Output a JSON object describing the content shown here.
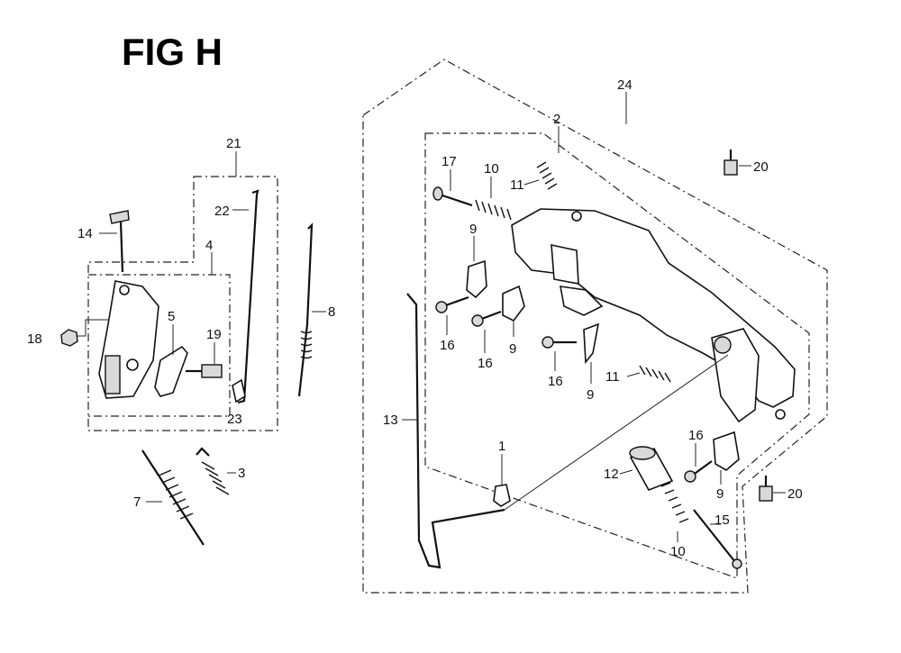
{
  "figure_title": "FIG H",
  "callouts": {
    "c1": "1",
    "c2": "2",
    "c3": "3",
    "c4": "4",
    "c5": "5",
    "c7": "7",
    "c8": "8",
    "c9a": "9",
    "c9b": "9",
    "c9c": "9",
    "c9d": "9",
    "c10a": "10",
    "c10b": "10",
    "c11a": "11",
    "c11b": "11",
    "c12": "12",
    "c13": "13",
    "c14": "14",
    "c15": "15",
    "c16a": "16",
    "c16b": "16",
    "c16c": "16",
    "c16d": "16",
    "c17": "17",
    "c18": "18",
    "c19": "19",
    "c20a": "20",
    "c20b": "20",
    "c21": "21",
    "c22": "22",
    "c23": "23",
    "c24": "24"
  }
}
